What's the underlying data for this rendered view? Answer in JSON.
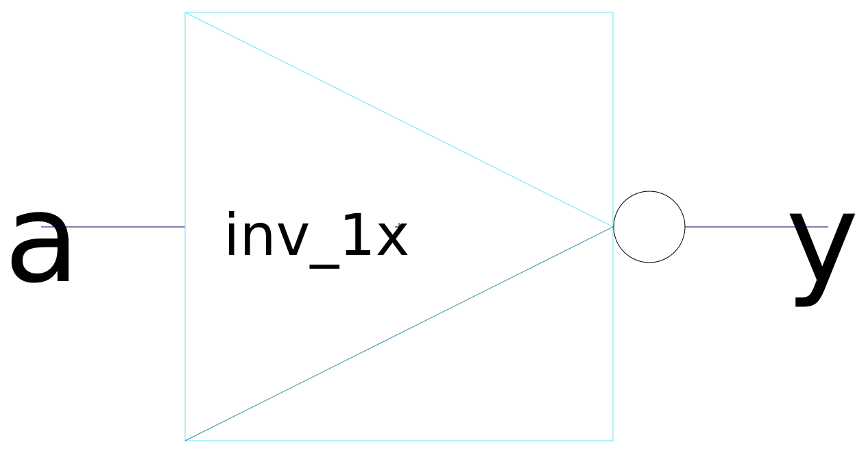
{
  "diagram": {
    "cell_name": "inv_1x",
    "input_pin": "a",
    "output_pin": "y"
  },
  "colors": {
    "background": "#ffffff",
    "symbol_outline": "#66e6f0",
    "wire": "#000060",
    "text": "#000000",
    "bubble": "#000000"
  }
}
